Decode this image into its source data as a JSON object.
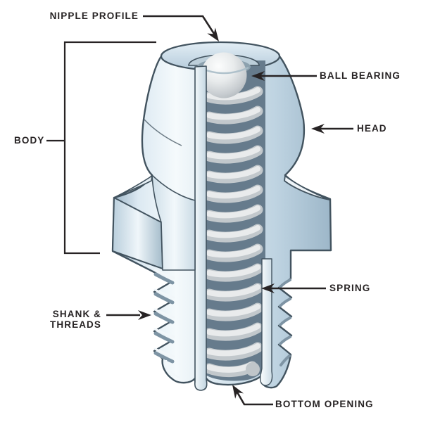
{
  "figure": {
    "type": "technical-cutaway-diagram",
    "subject_icon": "grease-fitting-cutaway-illustration",
    "labels": {
      "nipple_profile": "NIPPLE PROFILE",
      "ball_bearing": "BALL BEARING",
      "head": "HEAD",
      "body": "BODY",
      "spring": "SPRING",
      "shank_threads": "SHANK &\nTHREADS",
      "bottom_opening": "BOTTOM OPENING"
    },
    "colors": {
      "background": "#ffffff",
      "label_text": "#272324",
      "leader_line": "#272324",
      "outline": "#42535f",
      "body_highlight": "#f5fafc",
      "body_mid": "#d7e5ee",
      "body_shadow": "#9cb6c8",
      "cavity": "#667b8c",
      "spring_light": "#e9ebec",
      "spring_base": "#c2c8cc",
      "ball_highlight": "#fcfdfd",
      "ball_shadow": "#a6adb2"
    }
  }
}
